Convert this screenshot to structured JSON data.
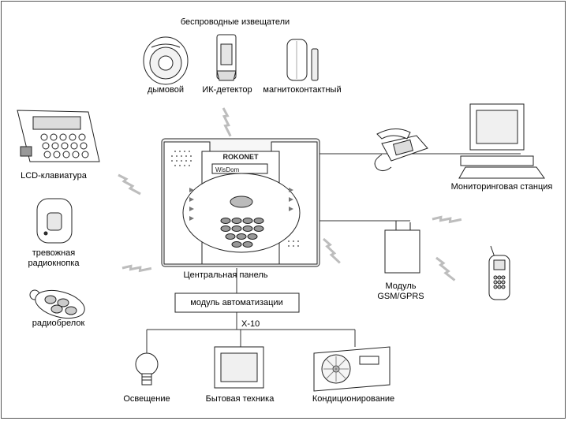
{
  "wireless_group": {
    "title": "беспроводные извещатели",
    "smoke": "дымовой",
    "pir": "ИК-детектор",
    "magnetic": "магнитоконтактный"
  },
  "left_devices": {
    "lcd_keypad": "LCD-клавиатура",
    "panic_button": [
      "тревожная",
      "радиокнопка"
    ],
    "keyfob": "радиобрелок"
  },
  "central_panel": {
    "label": "Центральная панель",
    "brand": "ROKONET",
    "screen_text": "WisDom"
  },
  "right_devices": {
    "monitoring": "Мониторинговая станция",
    "gsm_module": [
      "Модуль",
      "GSM/GPRS"
    ]
  },
  "automation": {
    "module": "модуль автоматизации",
    "protocol": "X-10",
    "lighting": "Освещение",
    "appliances": "Бытовая техника",
    "conditioning": "Кондиционирование"
  }
}
